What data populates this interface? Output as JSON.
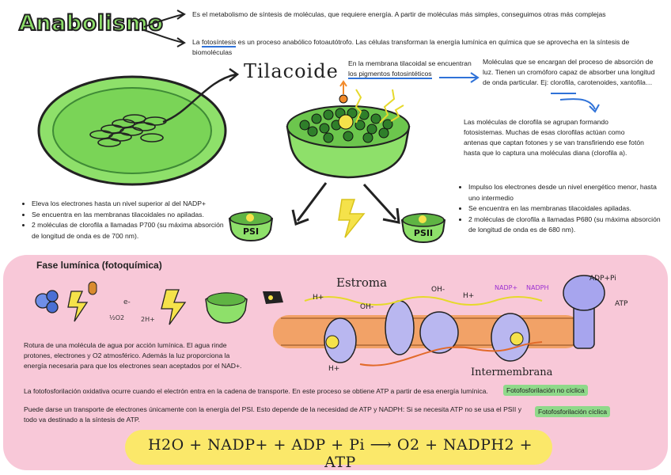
{
  "header": {
    "title": "Anabolismo",
    "line1": "Es el metabolismo de síntesis de moléculas, que requiere energía. A partir de moléculas más simples, conseguimos otras más complejas",
    "line2_a": "La ",
    "line2_b": "fotosíntesis",
    "line2_c": " es un proceso anabólico fotoautótrofo. Las células transforman la energía lumínica en química que se aprovecha en la síntesis de biomoléculas"
  },
  "tilacoide": {
    "label": "Tilacoide",
    "pig_line1": "En la membrana tilacoidal se encuentran",
    "pig_line2": "los pigmentos fotosintéticos",
    "pigments": "Moléculas que se encargan del proceso de absorción de luz. Tienen un cromóforo capaz de absorber una longitud de onda particular. Ej: clorofila, carotenoides, xantofila…",
    "antenna": "Las moléculas de clorofila se agrupan formando fotosistemas. Muchas de esas clorofilas actúan como antenas que captan fotones y se van transfiriendo ese fotón hasta que lo captura una moléculas diana (clorofila a)."
  },
  "psi": {
    "label": "PSI",
    "items": [
      "Eleva los electrones hasta un nivel superior al del NADP+",
      "Se encuentra en las membranas tilacoidales no apiladas.",
      "2 moléculas de clorofila a llamadas P700 (su máxima absorción de longitud de onda es de 700 nm)."
    ]
  },
  "psii": {
    "label": "PSII",
    "items": [
      "Impulso los electrones desde un nivel energético menor, hasta uno intermedio",
      "Se encuentra en las membranas tilacoidales apiladas.",
      "2 moléculas de clorofila a llamadas P680 (su máxima absorción de longitud de onda es de 680 nm)."
    ]
  },
  "fase": {
    "title": "Fase lumínica (fotoquímica)",
    "water": "Rotura de una molécula de agua por acción lumínica. El agua rinde protones, electrones y O2 atmosférico. Además la luz proporciona la energía necesaria para que los electrones sean aceptados por el NAD+.",
    "fotofos": "La fotofosforilación oxidativa ocurre cuando el electrón entra en la cadena de transporte. En este proceso se obtiene ATP a partir de esa energía lumínica.",
    "badge_no_ciclica": "Fotofosforilación no cíclica",
    "ciclica_text": "Puede darse un  transporte de electrones únicamente con la energía del PSI. Esto depende de la necesidad de ATP y NADPH: Si se necesita ATP no se usa el PSII y todo va destinado a la síntesis de ATP.",
    "badge_ciclica": "Fotofosforilación cíclica",
    "equation": "H2O + NADP+ + ADP + Pi ⟶ O2 + NADPH2 + ATP"
  },
  "diagram": {
    "estroma": "Estroma",
    "intermembrana": "Intermembrana",
    "hplus": "H+",
    "ohminus": "OH-",
    "adp": "ADP+Pi",
    "atp": "ATP",
    "nadp": "NADP+",
    "nadph": "NADPH",
    "o2": "½O2",
    "twoh": "2H+",
    "e": "e-"
  },
  "colors": {
    "green": "#8ee06a",
    "blue": "#2f72d8",
    "pink": "#f8c8d8",
    "yellow": "#fbe86a",
    "badge": "#8fd98a"
  }
}
